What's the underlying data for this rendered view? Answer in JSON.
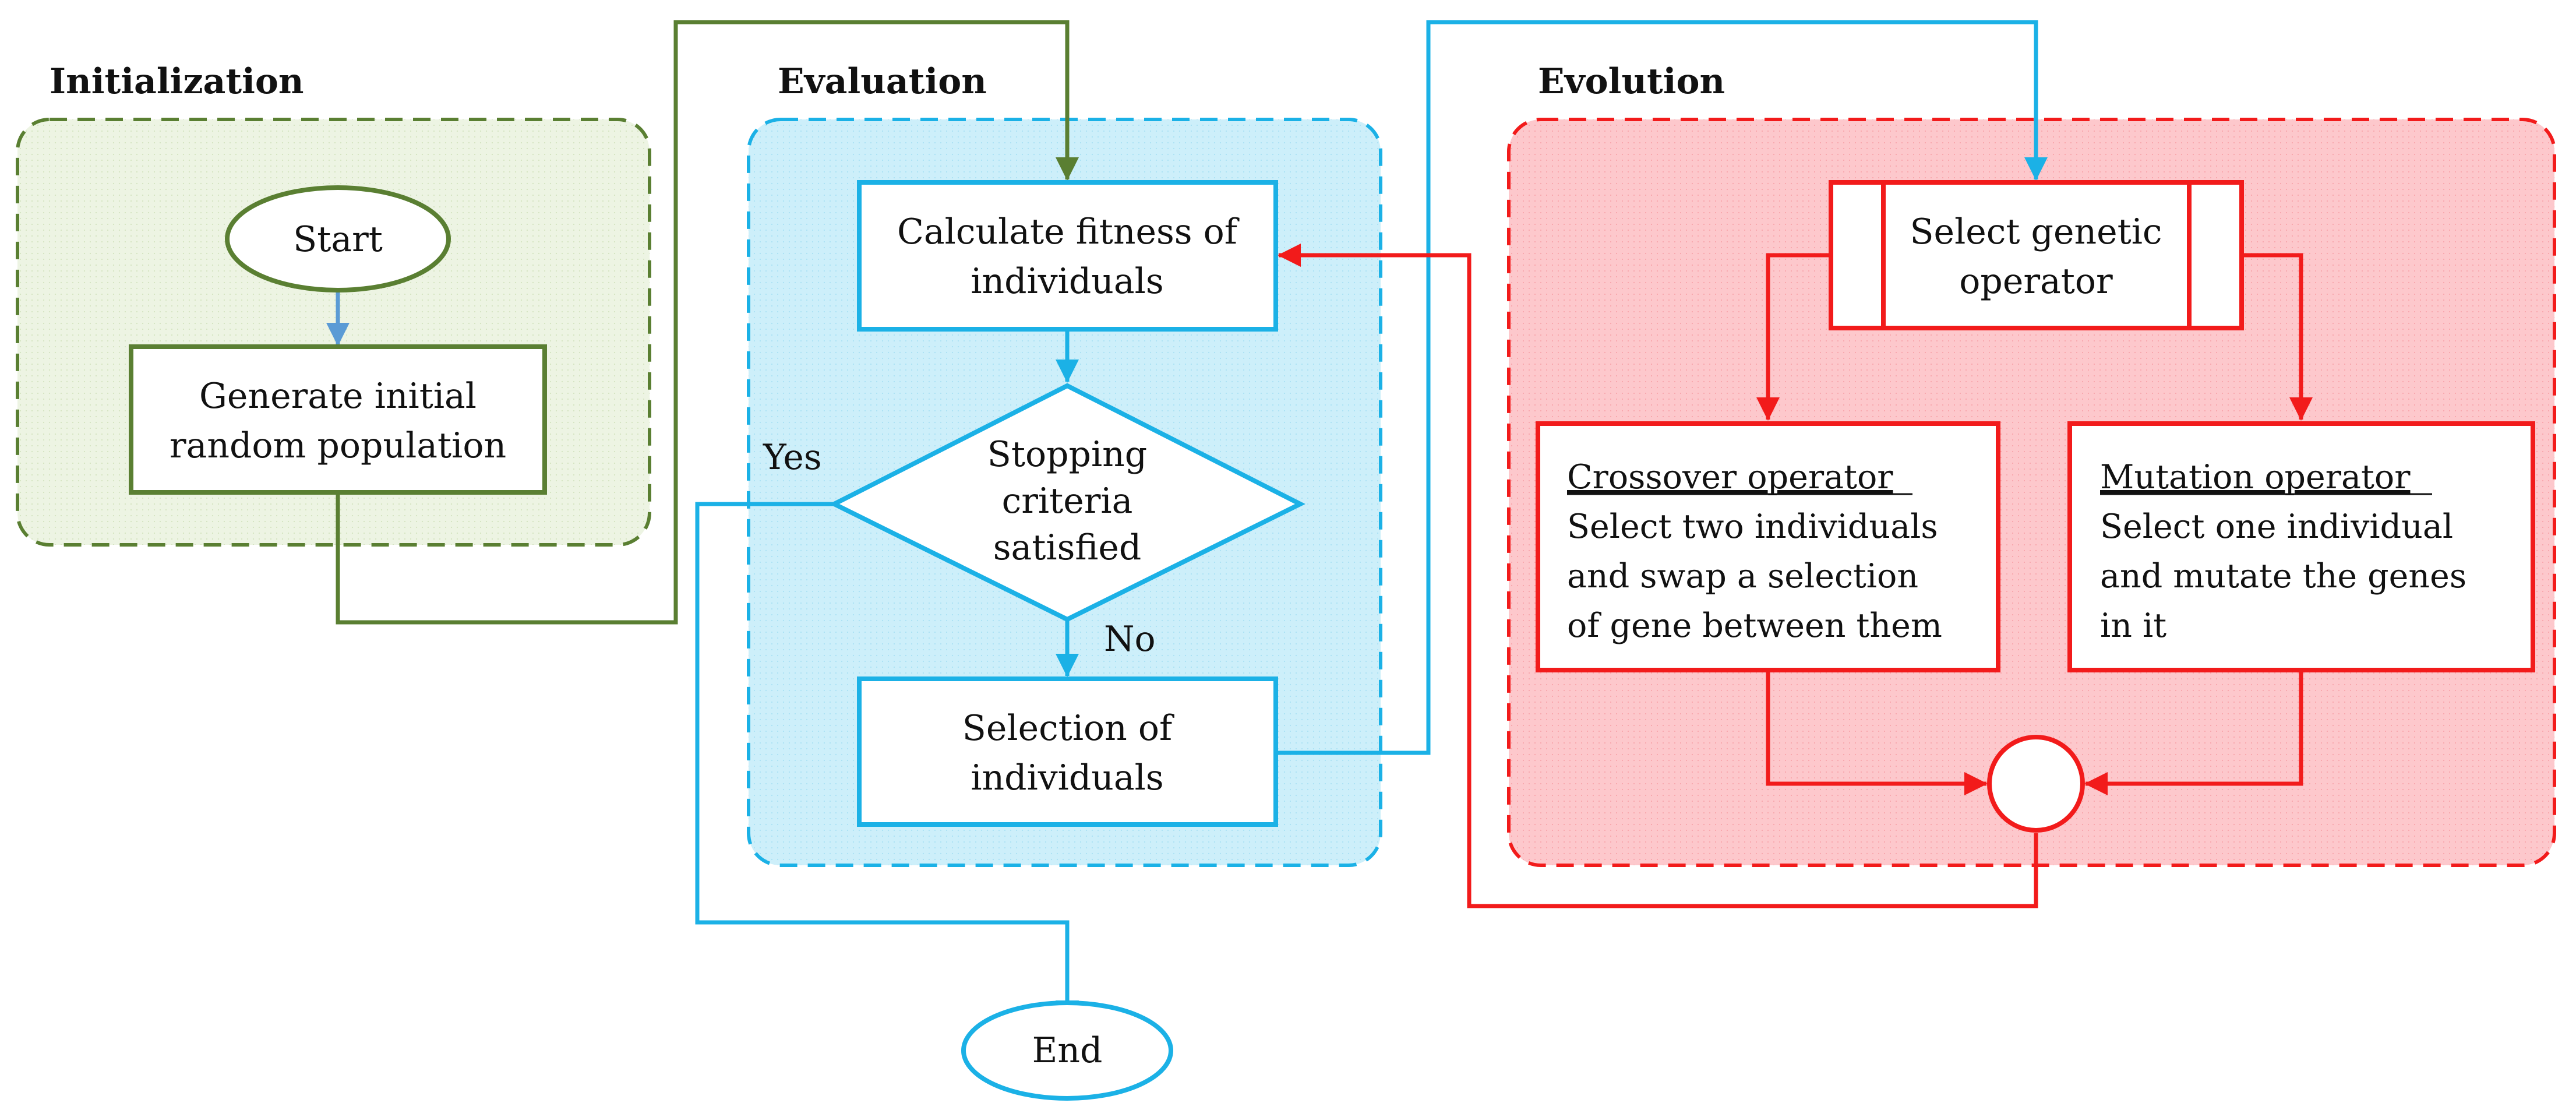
{
  "colors": {
    "green": "#5a7f32",
    "green_fill": "#edf4e3",
    "blue": "#1bb1e6",
    "blue_fill": "#cdeffa",
    "red": "#f21b1b",
    "red_fill": "#fdc8cc",
    "arrow_blue": "#5b9bd5"
  },
  "sections": {
    "initialization": "Initialization",
    "evaluation": "Evaluation",
    "evolution": "Evolution"
  },
  "nodes": {
    "start": "Start",
    "generate": [
      "Generate initial",
      "random population"
    ],
    "fitness": [
      "Calculate fitness of",
      "individuals"
    ],
    "stopping": [
      "Stopping",
      "criteria",
      "satisfied"
    ],
    "selection": [
      "Selection of",
      "individuals"
    ],
    "end": "End",
    "select_operator": [
      "Select genetic",
      "operator"
    ],
    "crossover": {
      "title": "Crossover operator",
      "lines": [
        "Select two individuals",
        "and swap a selection",
        "of gene between them"
      ]
    },
    "mutation": {
      "title": "Mutation operator",
      "lines": [
        "Select one individual",
        "and mutate the genes",
        "in it"
      ]
    }
  },
  "labels": {
    "yes": "Yes",
    "no": "No"
  }
}
